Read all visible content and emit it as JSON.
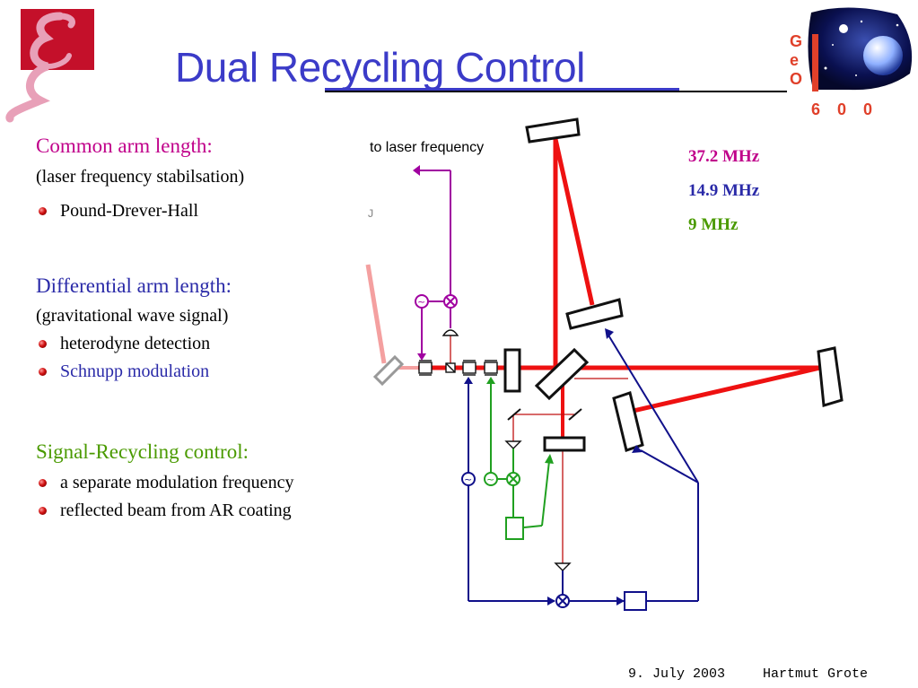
{
  "title": "Dual Recycling Control",
  "common": {
    "heading": "Common arm length:",
    "sub": "(laser frequency stabilsation)",
    "bullets": [
      "Pound-Drever-Hall"
    ]
  },
  "differential": {
    "heading": "Differential arm length:",
    "sub": "(gravitational wave signal)",
    "bullets": [
      "heterodyne detection",
      "Schnupp modulation"
    ]
  },
  "signal_recycling": {
    "heading": "Signal-Recycling control:",
    "bullets": [
      "a separate modulation frequency",
      "reflected beam from AR coating"
    ]
  },
  "diagram": {
    "to_laser_label": "to laser frequency",
    "frequencies": [
      {
        "label": "37.2 MHz",
        "color": "#c0008a"
      },
      {
        "label": "14.9 MHz",
        "color": "#2a2aa8"
      },
      {
        "label": "9 MHz",
        "color": "#4a9a00"
      }
    ]
  },
  "logo": {
    "geo_letters": [
      "G",
      "e",
      "O"
    ],
    "number_digits": [
      "6",
      "0",
      "0"
    ]
  },
  "footer": {
    "date": "9. July 2003",
    "author": "Hartmut Grote"
  },
  "colors": {
    "title": "#3b3bc8",
    "common": "#c0008a",
    "differential": "#2a2aa8",
    "signal_recycling": "#4a9a00",
    "laser_beam": "#ee1111"
  }
}
